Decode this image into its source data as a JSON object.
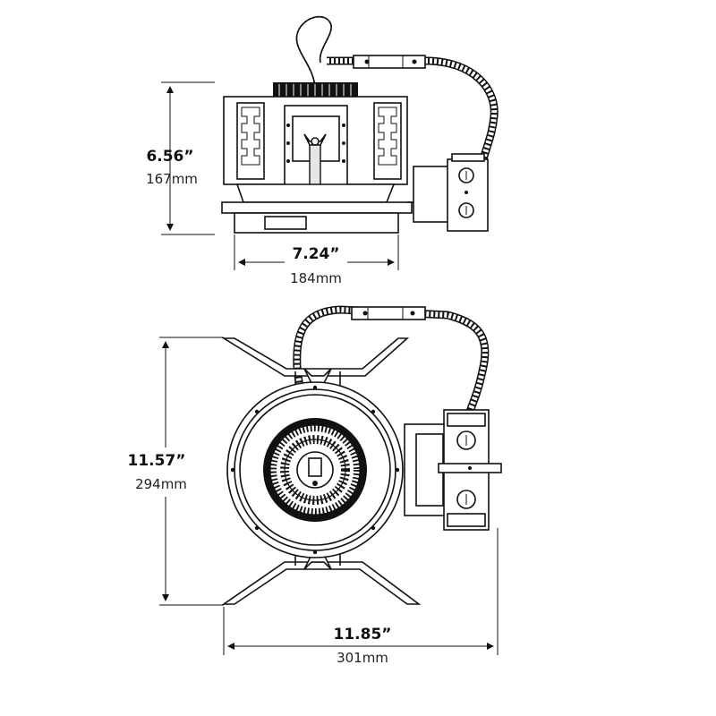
{
  "dimensions": {
    "side_height": {
      "inches": "6.56”",
      "mm": "167mm"
    },
    "side_width": {
      "inches": "7.24”",
      "mm": "184mm"
    },
    "top_height": {
      "inches": "11.57”",
      "mm": "294mm"
    },
    "top_width": {
      "inches": "11.85”",
      "mm": "301mm"
    }
  },
  "colors": {
    "line": "#111111",
    "background": "#ffffff"
  }
}
